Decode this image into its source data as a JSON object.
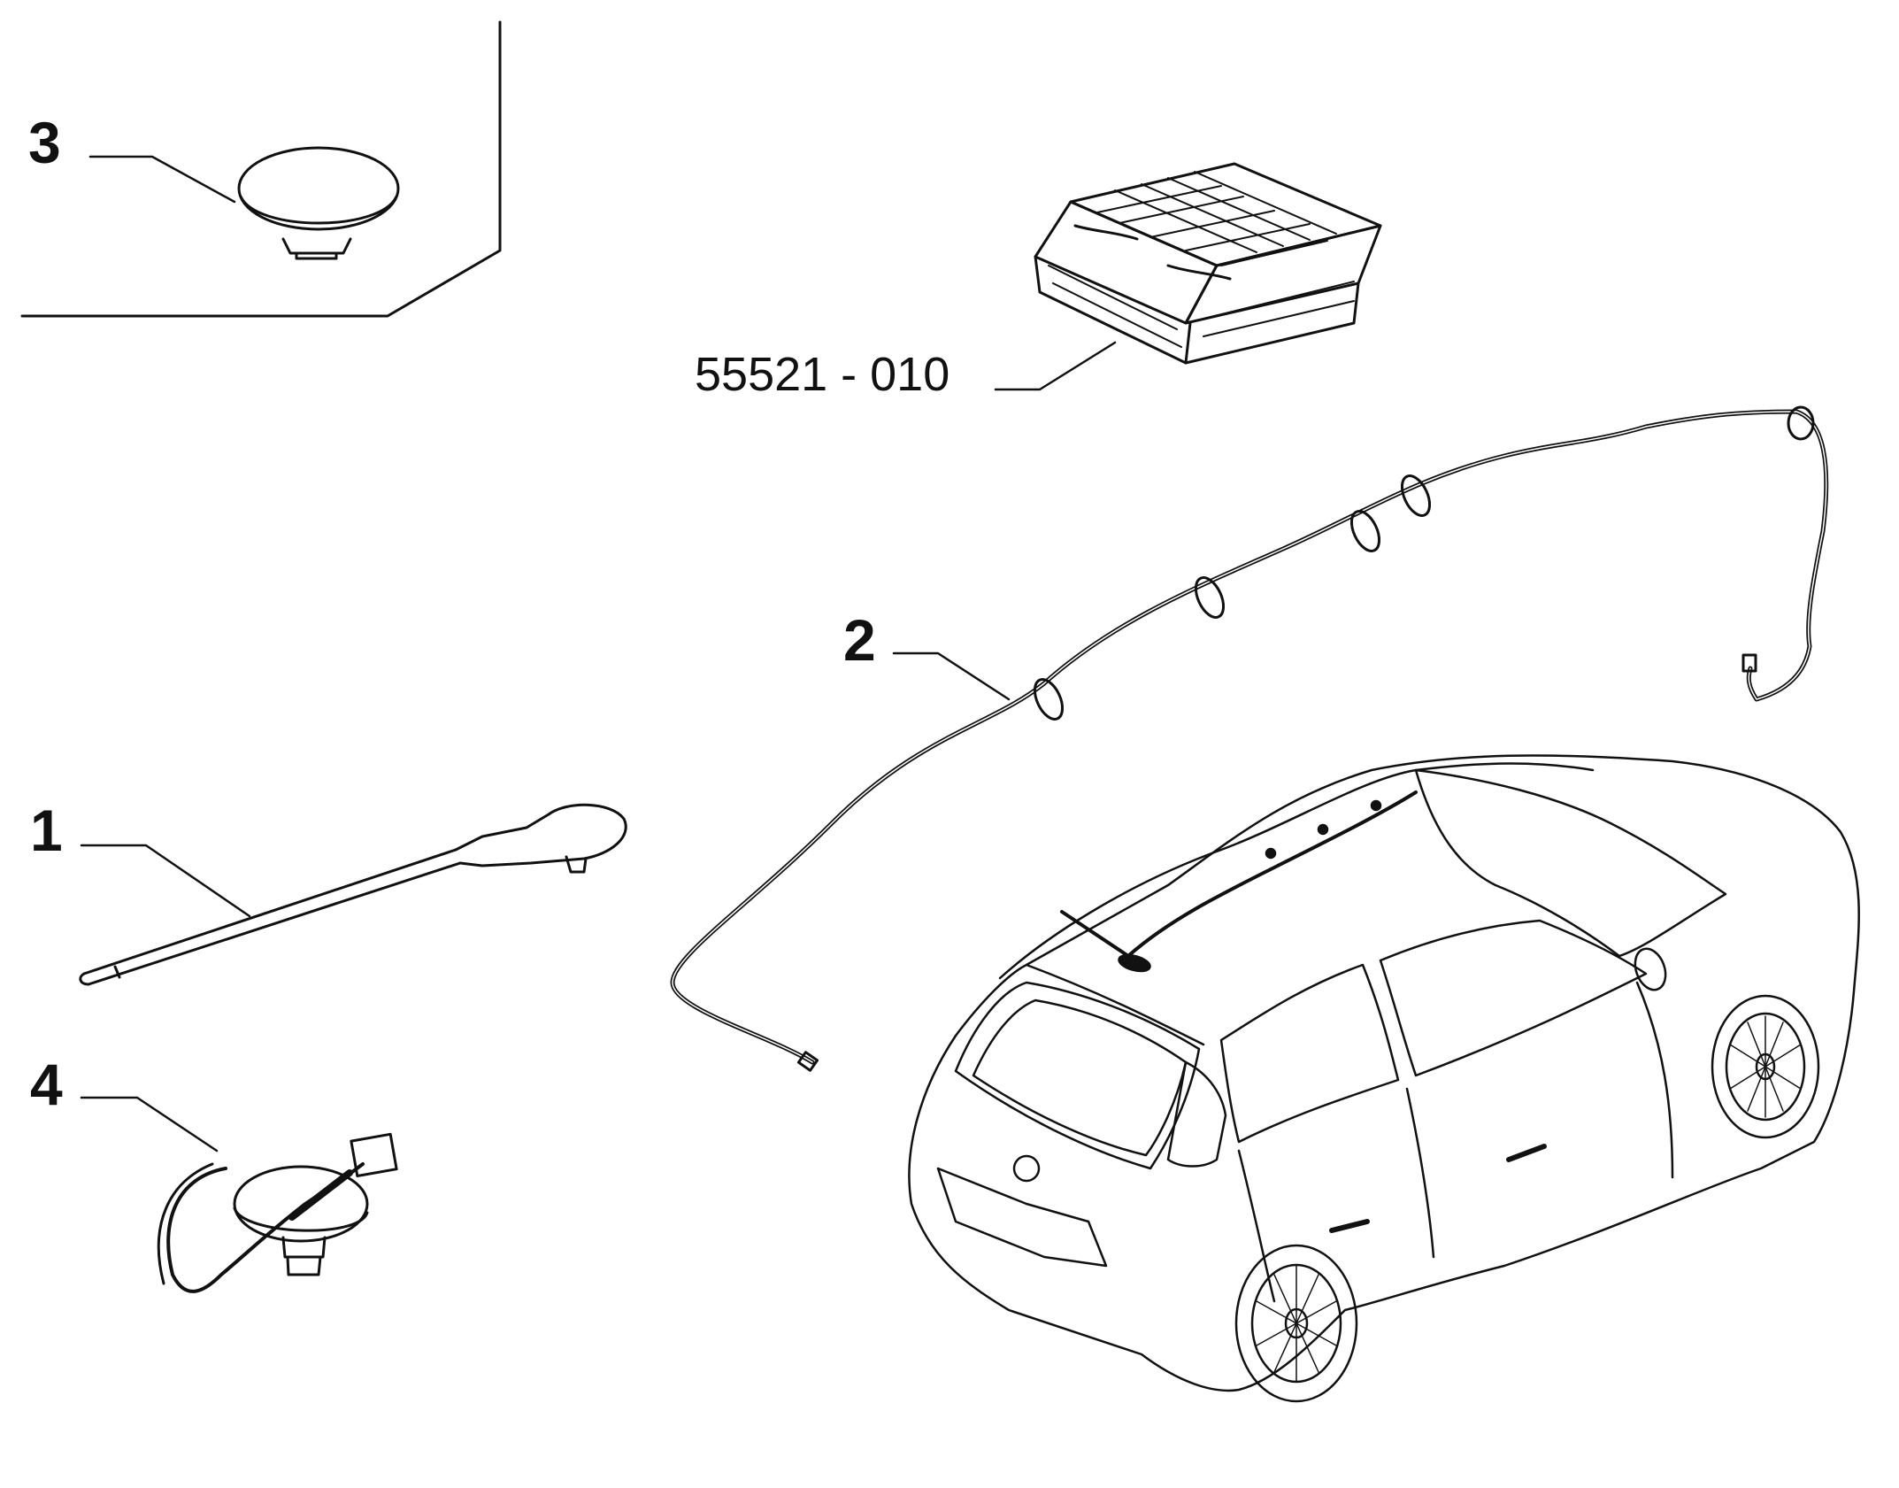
{
  "diagram": {
    "callouts": [
      {
        "id": "1",
        "label": "1"
      },
      {
        "id": "2",
        "label": "2"
      },
      {
        "id": "3",
        "label": "3"
      },
      {
        "id": "4",
        "label": "4"
      }
    ],
    "reference": {
      "label": "55521 - 010"
    },
    "colors": {
      "line": "#111111",
      "background": "#ffffff"
    }
  }
}
